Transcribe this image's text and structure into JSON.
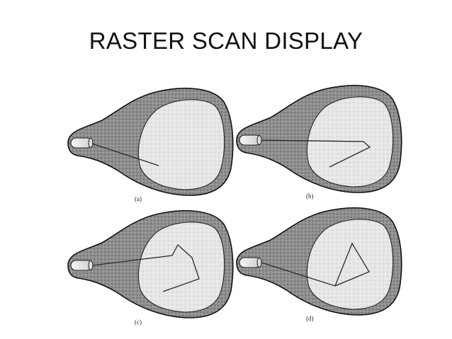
{
  "title": "RASTER SCAN DISPLAY",
  "panels": [
    {
      "label": "(a)"
    },
    {
      "label": "(b)"
    },
    {
      "label": "(c)"
    },
    {
      "label": "(d)"
    }
  ]
}
